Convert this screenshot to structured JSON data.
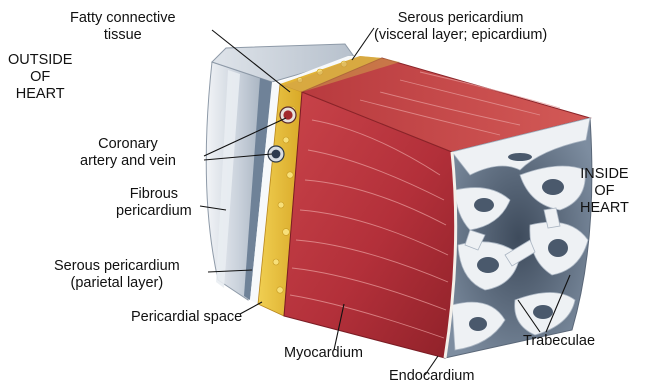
{
  "labels": {
    "outside_heart": [
      "OUTSIDE",
      "OF",
      "HEART"
    ],
    "inside_heart": [
      "INSIDE",
      "OF",
      "HEART"
    ],
    "fatty_connective_tissue": [
      "Fatty connective",
      "tissue"
    ],
    "serous_visceral": [
      "Serous pericardium",
      "(visceral layer; epicardium)"
    ],
    "coronary_vessels": [
      "Coronary",
      "artery and vein"
    ],
    "fibrous_pericardium": [
      "Fibrous",
      "pericardium"
    ],
    "serous_parietal": [
      "Serous pericardium",
      "(parietal layer)"
    ],
    "pericardial_space": "Pericardial space",
    "myocardium": "Myocardium",
    "endocardium": "Endocardium",
    "trabeculae": "Trabeculae"
  },
  "colors": {
    "myocardium": "#b8323a",
    "fat": "#e7bf3a",
    "fibrous": "#c9d2dc",
    "trabeculae": "#e9edf1",
    "cavity": "#5d6d82"
  }
}
